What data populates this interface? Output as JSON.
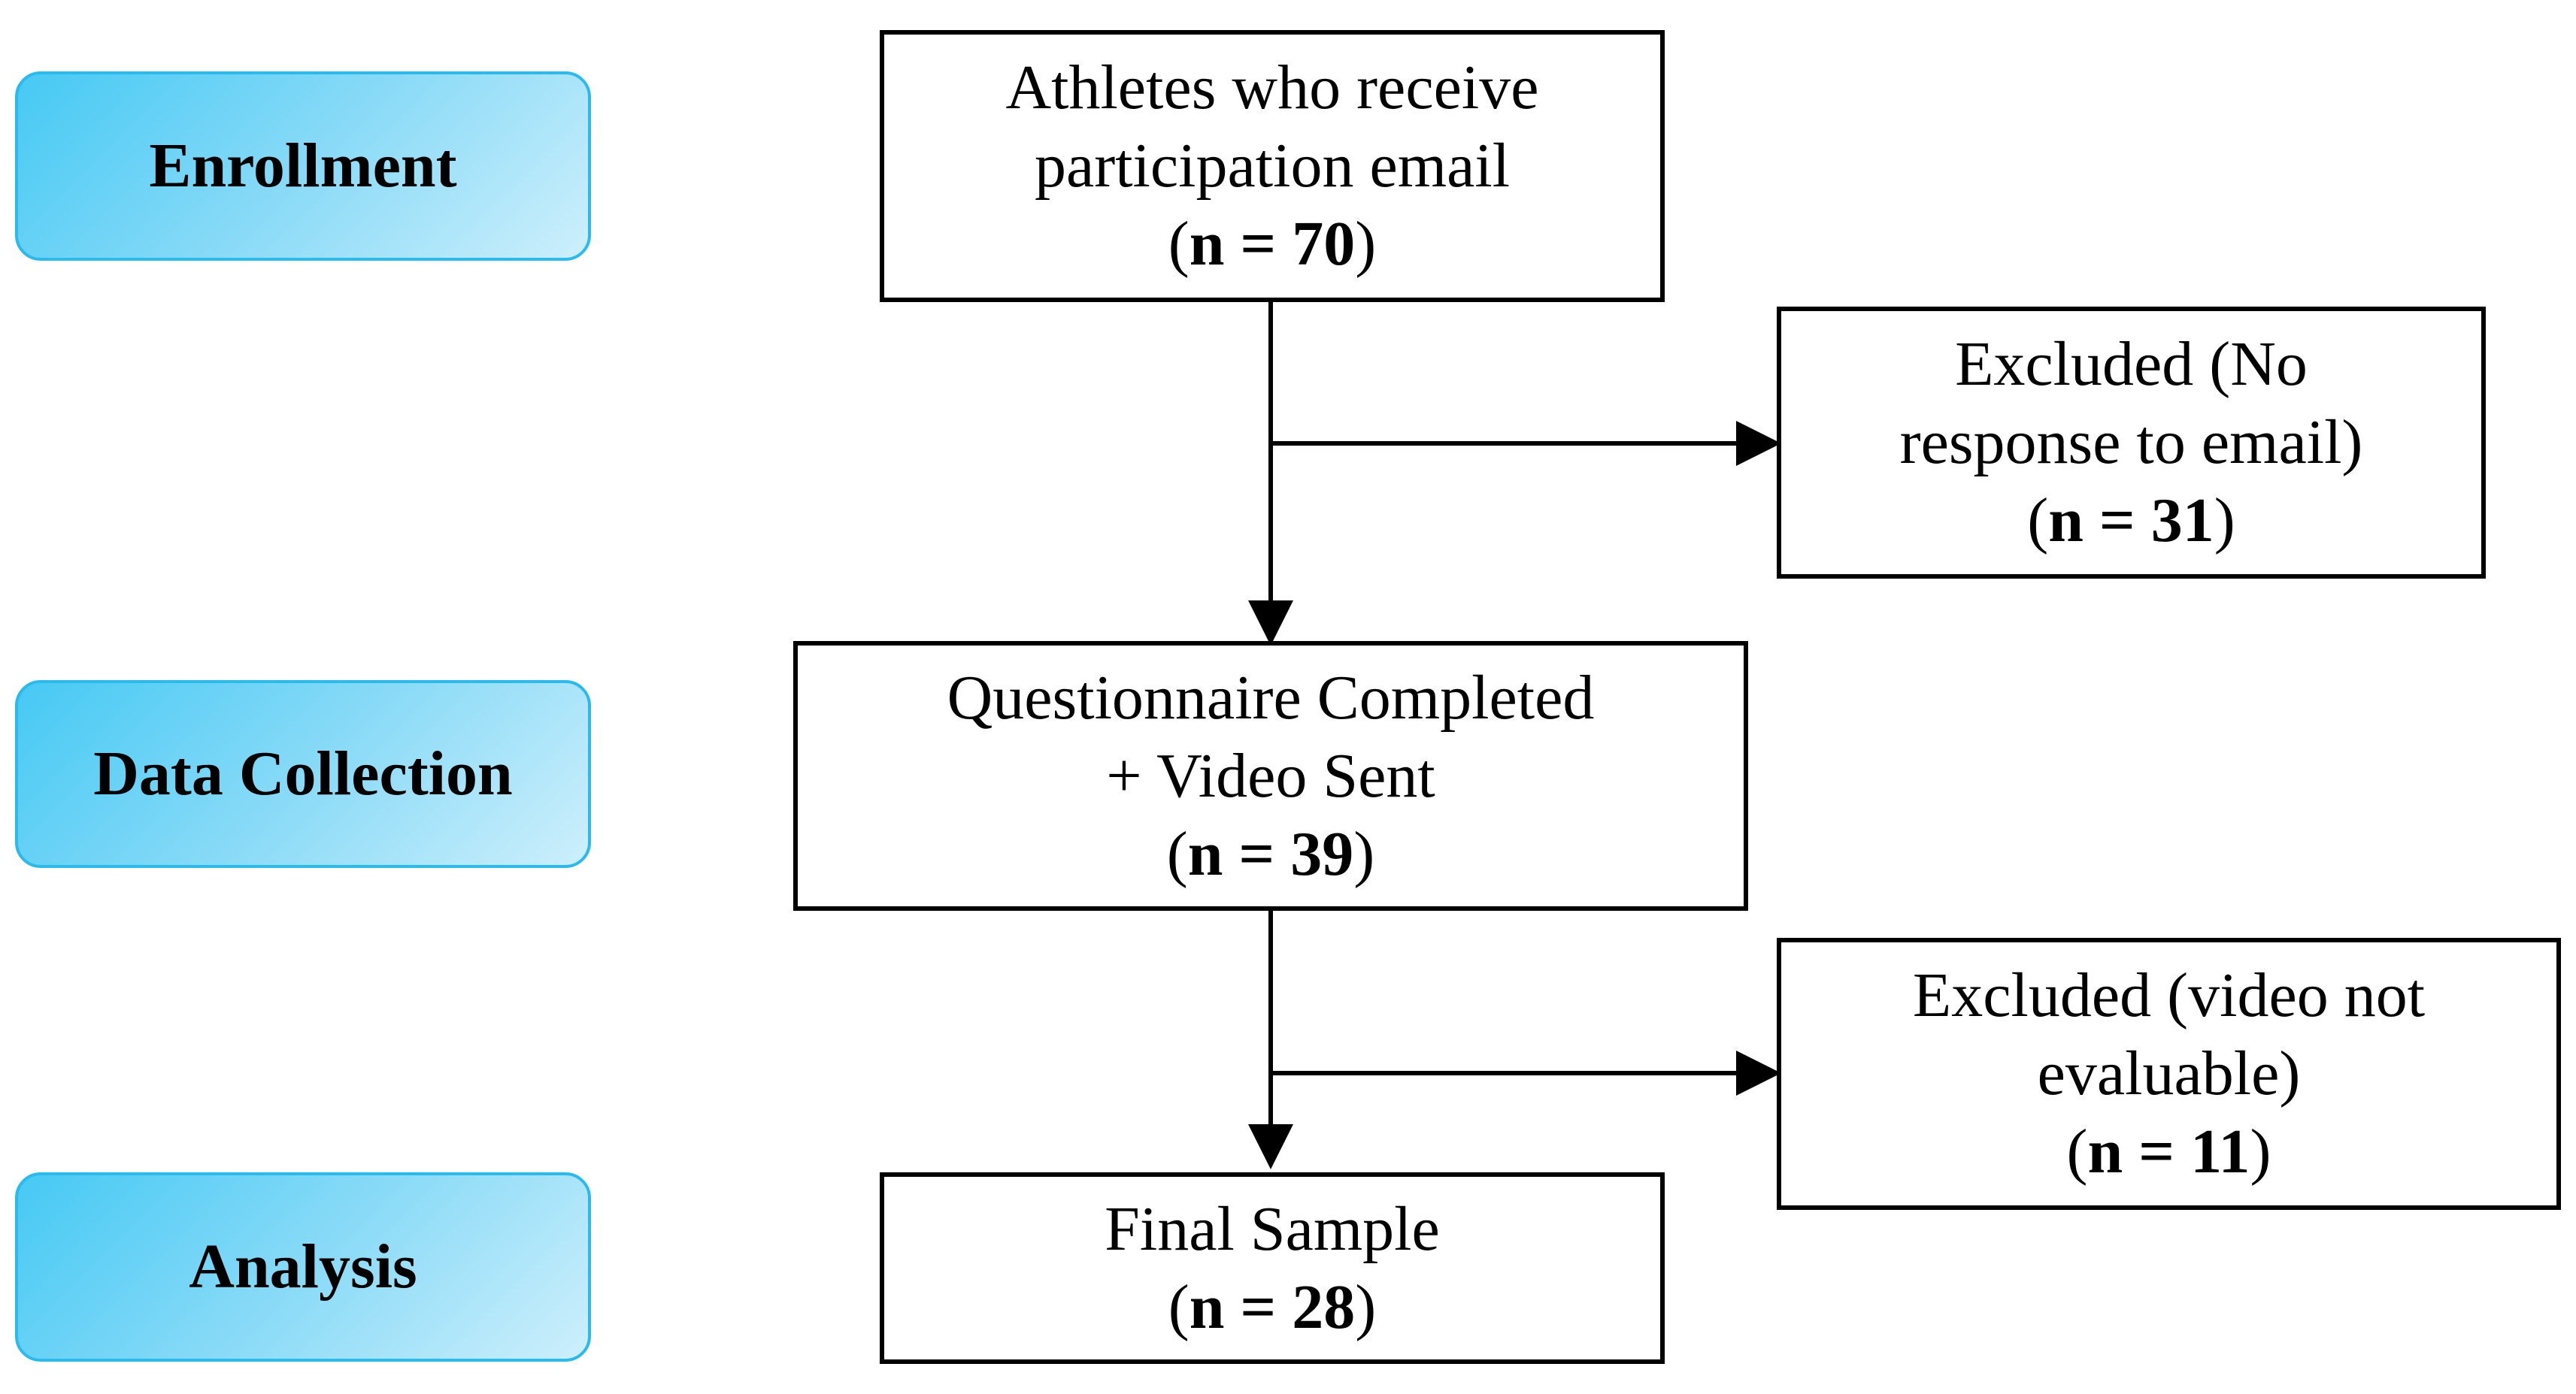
{
  "phases": {
    "enrollment": "Enrollment",
    "data_collection": "Data Collection",
    "analysis": "Analysis"
  },
  "boxes": {
    "athletes": {
      "lines": [
        "Athletes who receive",
        "participation email"
      ],
      "count": "n = 70"
    },
    "excluded_no_response": {
      "lines": [
        "Excluded (No",
        "response to email)"
      ],
      "count": "n = 31"
    },
    "questionnaire": {
      "lines": [
        "Questionnaire Completed",
        "+ Video Sent"
      ],
      "count": "n = 39"
    },
    "excluded_video": {
      "lines": [
        "Excluded (video not",
        "evaluable)"
      ],
      "count": "n = 11"
    },
    "final_sample": {
      "lines": [
        "Final Sample"
      ],
      "count": "n = 28"
    }
  },
  "colors": {
    "phase_fill_start": "#46c9f4",
    "phase_fill_end": "#cdeffc",
    "phase_border": "#2cb9ec",
    "box_border": "#000000",
    "connector": "#000000"
  }
}
